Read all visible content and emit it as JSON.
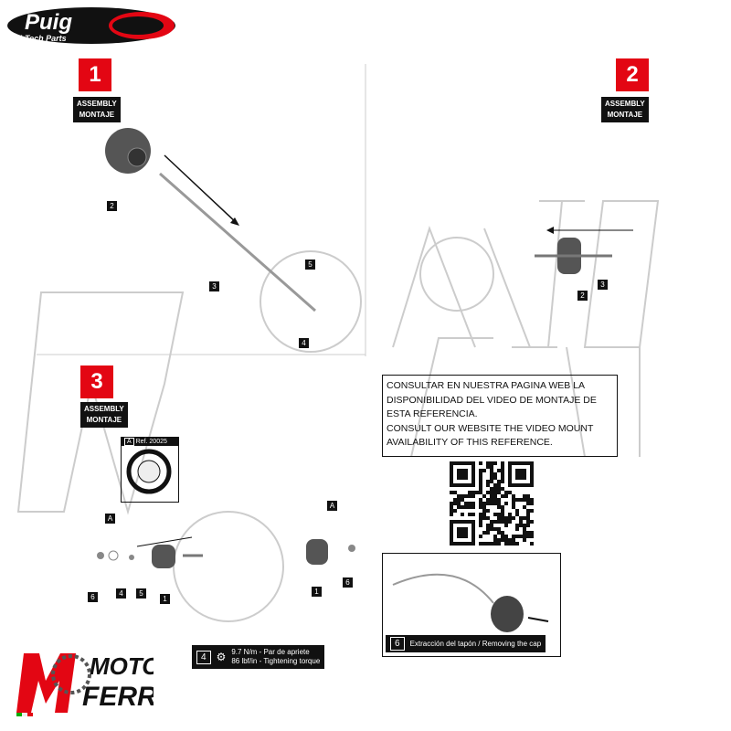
{
  "brand": {
    "name": "Puig",
    "tagline": "Hi-Tech Parts",
    "watermark": "MOTO FERRI",
    "dealer_logo": "MOTO FERRI"
  },
  "steps": [
    {
      "number": "1",
      "label1": "ASSEMBLY",
      "label2": "MONTAJE"
    },
    {
      "number": "2",
      "label1": "ASSEMBLY",
      "label2": "MONTAJE"
    },
    {
      "number": "3",
      "label1": "ASSEMBLY",
      "label2": "MONTAJE"
    }
  ],
  "callouts": {
    "s1": [
      "2",
      "3",
      "5",
      "4"
    ],
    "s2": [
      "2",
      "3"
    ],
    "s3": [
      "A",
      "6",
      "4",
      "5",
      "1",
      "A",
      "1",
      "6"
    ]
  },
  "ref": {
    "letter": "A",
    "text": "Ref. 20025"
  },
  "notice": [
    "CONSULTAR EN NUESTRA PAGINA WEB LA",
    "DISPONIBILIDAD DEL VIDEO DE MONTAJE DE",
    "ESTA REFERENCIA.",
    "CONSULT OUR WEBSITE THE VIDEO MOUNT",
    "AVAILABILITY OF THIS REFERENCE."
  ],
  "torque": {
    "number": "4",
    "line1": "9.7 N/m - Par de apriete",
    "line2": "86 lbf/in - Tightening torque"
  },
  "removal": {
    "number": "6",
    "text": "Extracción del tapón / Removing the cap"
  },
  "colors": {
    "accent": "#e30613",
    "dark": "#111111"
  }
}
